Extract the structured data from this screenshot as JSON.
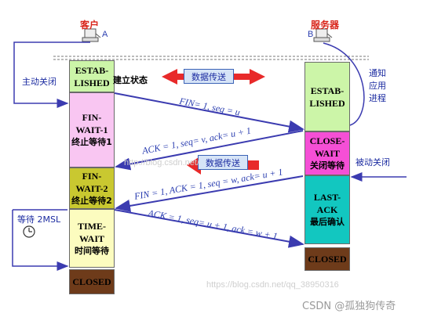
{
  "client": {
    "title": "客户",
    "letter": "A"
  },
  "server": {
    "title": "服务器",
    "letter": "B"
  },
  "client_states": [
    {
      "en": "ESTAB-",
      "en2": "LISHED",
      "cn": "",
      "color": "#ccf5a8"
    },
    {
      "en": "FIN-WAIT-1",
      "en2": "",
      "cn": "终止等待1",
      "color": "#f9c6f2"
    },
    {
      "en": "FIN-WAIT-2",
      "en2": "",
      "cn": "终止等待2",
      "color": "#c9c830"
    },
    {
      "en": "TIME-WAIT",
      "en2": "",
      "cn": "时间等待",
      "color": "#fcfcbf"
    },
    {
      "en": "CLOSED",
      "en2": "",
      "cn": "",
      "color": "#6e3b1a"
    }
  ],
  "server_states": [
    {
      "en": "ESTAB-",
      "en2": "LISHED",
      "cn": "",
      "color": "#ccf5a8"
    },
    {
      "en": "CLOSE-WAIT",
      "en2": "",
      "cn": "关闭等待",
      "color": "#f54fd6"
    },
    {
      "en": "LAST-ACK",
      "en2": "",
      "cn": "最后确认",
      "color": "#12c7c0"
    },
    {
      "en": "CLOSED",
      "en2": "",
      "cn": "",
      "color": "#6e3b1a"
    }
  ],
  "labels": {
    "established_state": "建立状态",
    "active_close": "主动关闭",
    "passive_close": "被动关闭",
    "notify_app": [
      "通知",
      "应用",
      "进程"
    ],
    "wait_2msl": "等待 2MSL",
    "data_transfer": "数据传送"
  },
  "messages": {
    "m1": "FIN= 1, seq = u",
    "m2": "ACK = 1, seq= v, ack= u + 1",
    "m3": "FIN = 1, ACK = 1, seq = w, ack= u + 1",
    "m4": "ACK = 1, seq= u + 1, ack = w + 1"
  },
  "watermarks": {
    "w1": "http://blog.csdn.net/",
    "w2": "https://blog.csdn.net/qq_38950316",
    "footer": "CSDN @孤独狗传奇"
  },
  "colors": {
    "arrow": "#3b3bb0",
    "red": "#e82a2a",
    "title_red": "#d9261c",
    "data_box_bg": "#d6e4f7",
    "data_box_border": "#3b63b6"
  }
}
